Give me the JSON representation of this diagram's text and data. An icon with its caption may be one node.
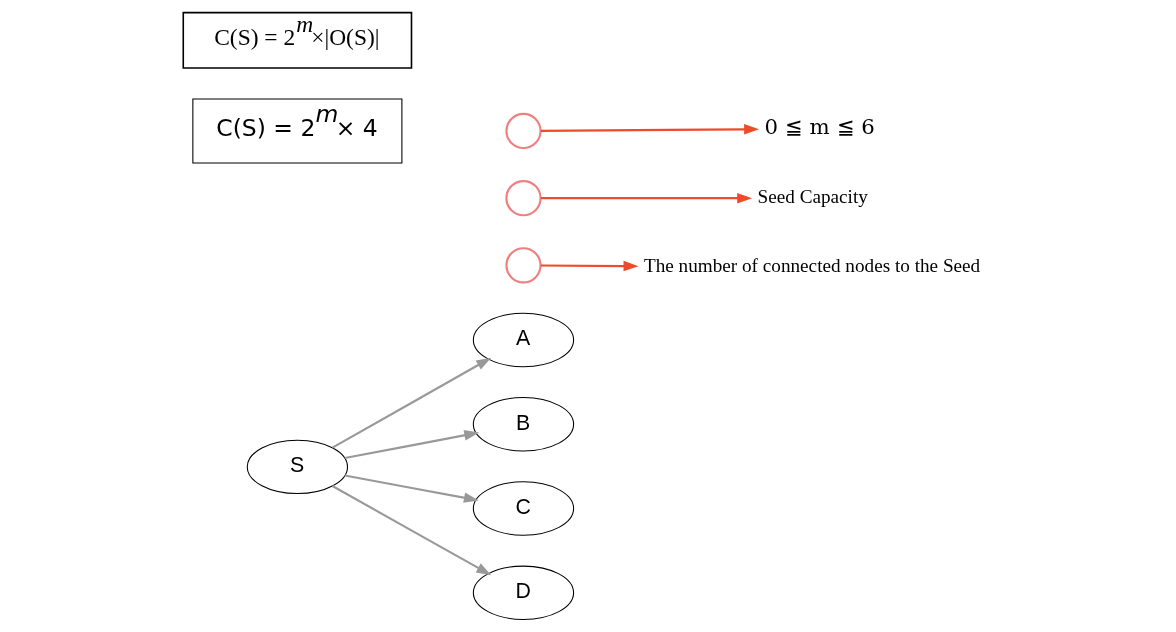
{
  "diagram": {
    "nodes": [
      {
        "text": [
          "S"
        ]
      },
      {
        "text": [
          "A"
        ]
      },
      {
        "text": [
          "B"
        ]
      },
      {
        "text": [
          "C"
        ]
      },
      {
        "text": [
          "D"
        ]
      },
      {
        "text": [
          "C(S) = 2$^{m}$×|O(S)|"
        ]
      },
      {
        "text": [
          "0 ≦ m ≦ 6"
        ]
      },
      {
        "text": [
          "C(S) = 2$^{m}$× 4"
        ]
      },
      {
        "text": [],
        "shape": "circle"
      },
      {
        "text": [],
        "shape": "circle"
      },
      {
        "text": [],
        "shape": "circle"
      },
      {
        "text": [
          "Seed Capacity"
        ]
      },
      {
        "text": [
          "The number of connected nodes to the Seed"
        ]
      }
    ],
    "edges": [
      {
        "from": 0,
        "to": 1,
        "arrow": "to"
      },
      {
        "from": 0,
        "to": 2,
        "arrow": "to"
      },
      {
        "from": 0,
        "to": 3,
        "arrow": "to"
      },
      {
        "from": 0,
        "to": 4,
        "arrow": "to"
      },
      {
        "from": 8,
        "to": 6,
        "arrow": "to",
        "color": "#f04a2a"
      },
      {
        "from": 9,
        "to": 11,
        "arrow": "to",
        "color": "#f04a2a"
      },
      {
        "from": 10,
        "to": 12,
        "arrow": "to",
        "color": "#f04a2a"
      }
    ]
  }
}
